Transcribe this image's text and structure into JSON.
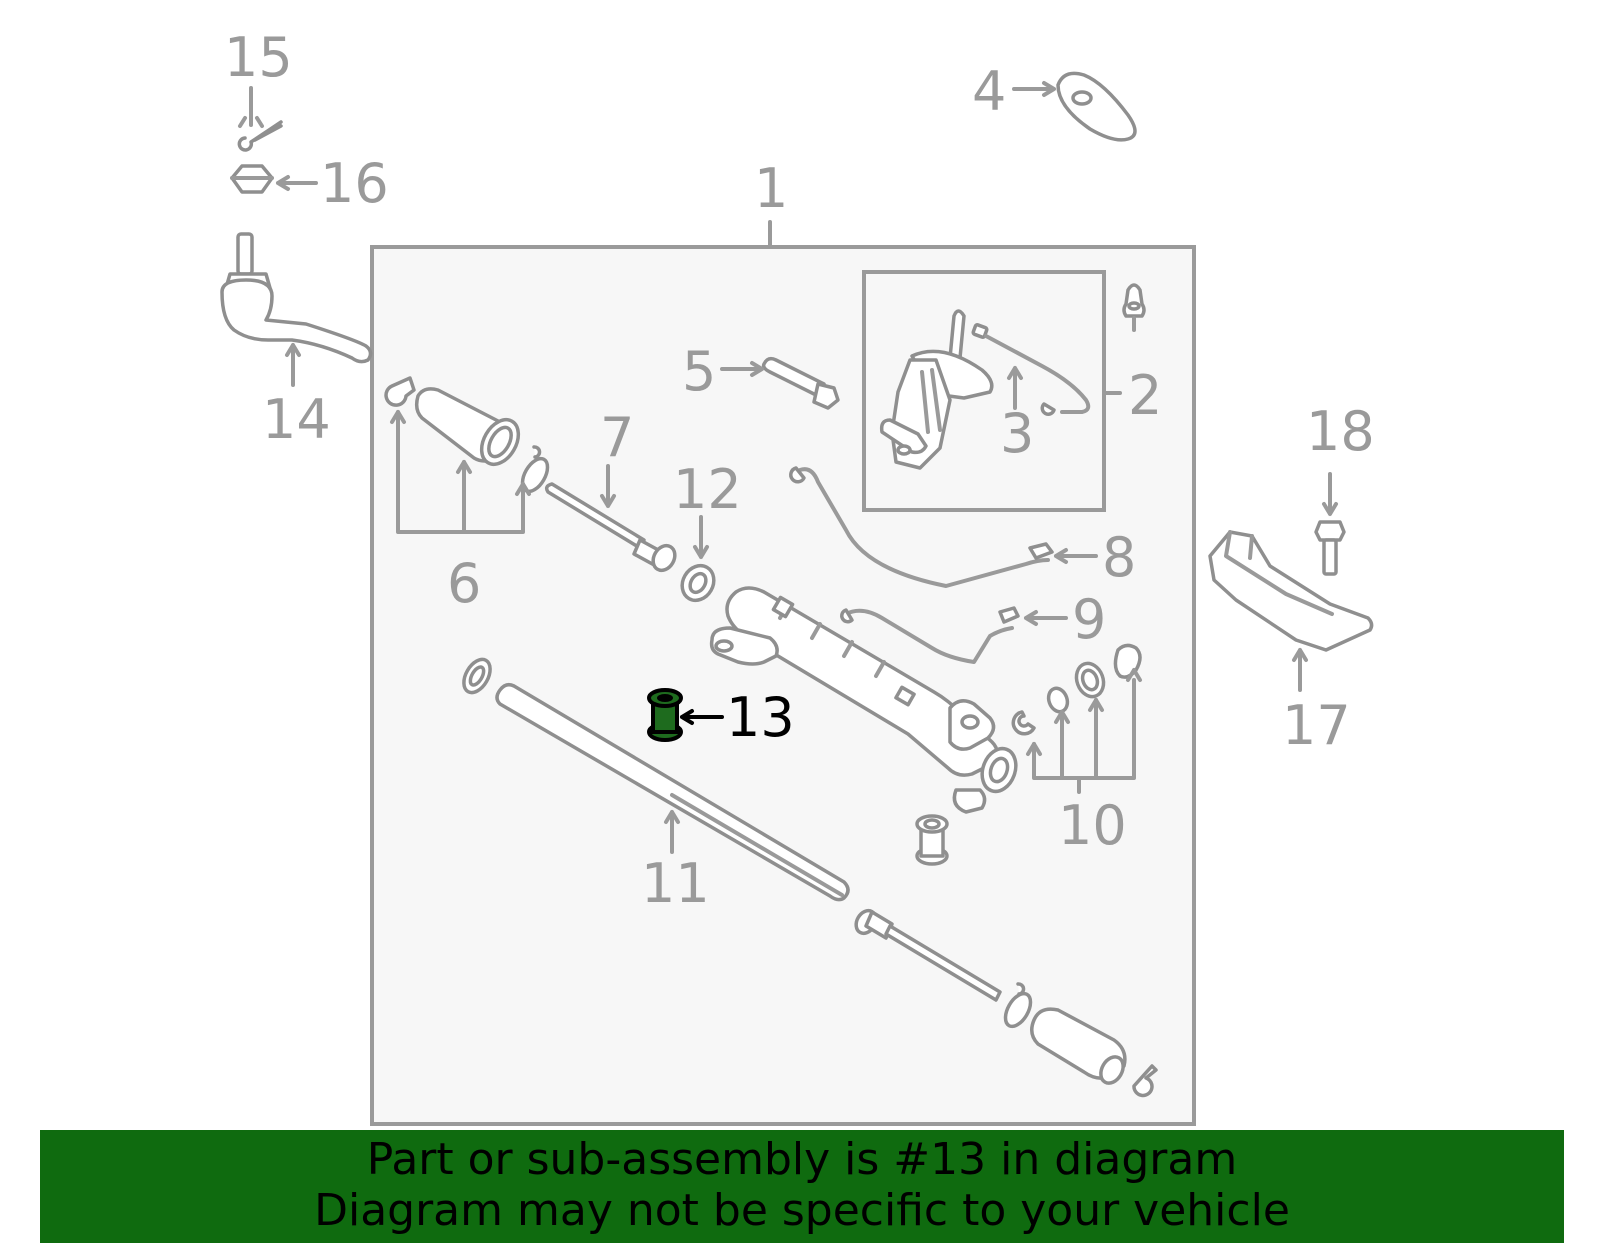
{
  "diagram": {
    "callouts": {
      "c1": "1",
      "c2": "2",
      "c3": "3",
      "c4": "4",
      "c5": "5",
      "c6": "6",
      "c7": "7",
      "c8": "8",
      "c9": "9",
      "c10": "10",
      "c11": "11",
      "c12": "12",
      "c13": "13",
      "c14": "14",
      "c15": "15",
      "c16": "16",
      "c17": "17",
      "c18": "18"
    },
    "highlighted_part": "13",
    "colors": {
      "highlight_fill": "#1e6b1e",
      "banner_bg": "#0f6b0f",
      "line_gray": "#9a9a9a",
      "panel_bg": "#f7f7f7"
    }
  },
  "banner": {
    "line1": "Part or sub-assembly is #13 in diagram",
    "line2": "Diagram may not be specific to your vehicle"
  }
}
